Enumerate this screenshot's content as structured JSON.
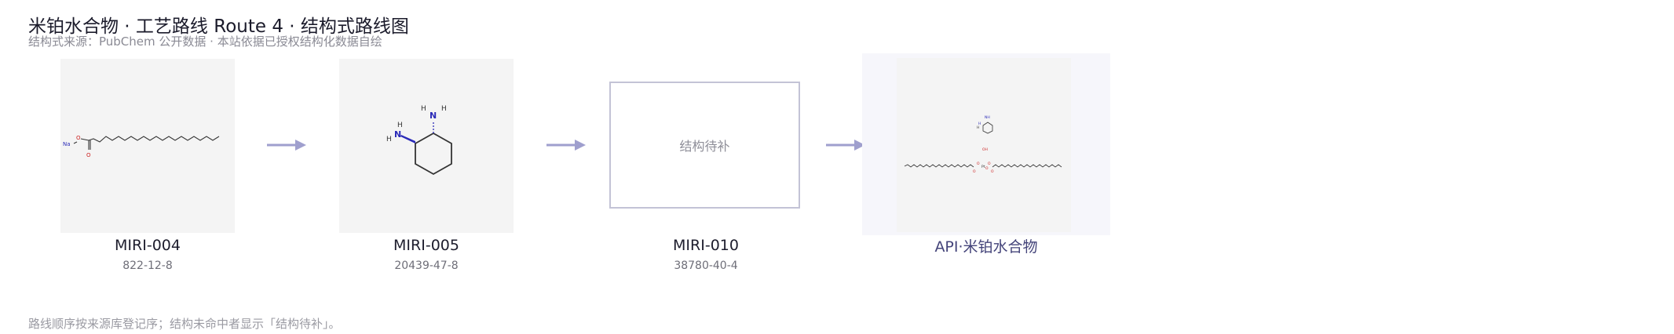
{
  "header": {
    "title": "米铂水合物 · 工艺路线 Route 4 · 结构式路线图",
    "subtitle": "结构式来源：PubChem 公开数据 · 本站依据已授权结构化数据自绘"
  },
  "steps": [
    {
      "code": "MIRI-004",
      "cas": "822-12-8",
      "structure": {
        "atoms": [
          "Na",
          "O",
          "O"
        ]
      }
    },
    {
      "code": "MIRI-005",
      "cas": "20439-47-8",
      "structure": {
        "atoms": [
          "N",
          "H",
          "H",
          "N",
          "H",
          "H"
        ]
      }
    },
    {
      "code": "MIRI-010",
      "cas": "38780-40-4",
      "placeholder": "结构待补"
    }
  ],
  "api": {
    "label": "API·米铂水合物",
    "structure": {
      "atoms": [
        "NH",
        "H",
        "H",
        "OH",
        "O",
        "Pt",
        "O",
        "O",
        "O",
        "O"
      ]
    }
  },
  "arrow_color": "#9f9fce",
  "footnote": "路线顺序按来源库登记序；结构未命中者显示「结构待补」。"
}
